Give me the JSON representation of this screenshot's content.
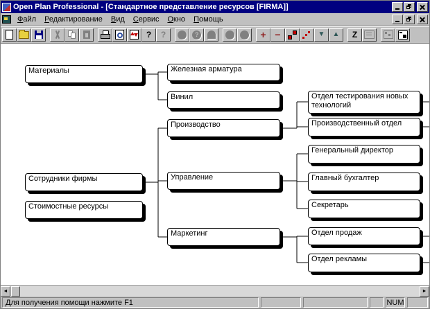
{
  "window": {
    "title": "Open Plan Professional - [Стандартное представление ресурсов [FIRMA]]"
  },
  "menu": {
    "items": [
      "Файл",
      "Редактирование",
      "Вид",
      "Сервис",
      "Окно",
      "Помощь"
    ]
  },
  "toolbar": {
    "buttons": [
      {
        "name": "new-document",
        "enabled": true
      },
      {
        "name": "open-file",
        "enabled": true
      },
      {
        "name": "save",
        "enabled": true
      },
      {
        "name": "cut",
        "enabled": false
      },
      {
        "name": "copy",
        "enabled": false
      },
      {
        "name": "paste",
        "enabled": false
      },
      {
        "name": "print",
        "enabled": true
      },
      {
        "name": "print-preview",
        "enabled": true
      },
      {
        "name": "import-export",
        "enabled": true
      },
      {
        "name": "help",
        "enabled": true,
        "glyph": "?"
      },
      {
        "name": "context-help",
        "enabled": false,
        "glyph": "?"
      },
      {
        "name": "activity-circle",
        "enabled": false
      },
      {
        "name": "activity-circle-query",
        "enabled": false
      },
      {
        "name": "activity-arch",
        "enabled": false
      },
      {
        "name": "node-circle-1",
        "enabled": false
      },
      {
        "name": "node-circle-2",
        "enabled": false
      },
      {
        "name": "add-item",
        "enabled": true,
        "glyph": "+"
      },
      {
        "name": "remove-item",
        "enabled": true,
        "glyph": "−"
      },
      {
        "name": "link-items",
        "enabled": true
      },
      {
        "name": "steps",
        "enabled": true
      },
      {
        "name": "move-down",
        "enabled": true,
        "glyph": "▼"
      },
      {
        "name": "move-up",
        "enabled": true,
        "glyph": "▲"
      },
      {
        "name": "sort",
        "enabled": true,
        "glyph": "Z"
      },
      {
        "name": "notes",
        "enabled": false
      },
      {
        "name": "fit-window",
        "enabled": false
      },
      {
        "name": "expand-view",
        "enabled": true
      }
    ]
  },
  "diagram": {
    "nodes": [
      {
        "label": "Материалы",
        "level": 1
      },
      {
        "label": "Сотрудники фирмы",
        "level": 1
      },
      {
        "label": "Стоимостные ресурсы",
        "level": 1
      },
      {
        "label": "Железная арматура",
        "level": 2,
        "parent": "Материалы"
      },
      {
        "label": "Винил",
        "level": 2,
        "parent": "Материалы"
      },
      {
        "label": "Производство",
        "level": 2,
        "parent": "Сотрудники фирмы"
      },
      {
        "label": "Управление",
        "level": 2,
        "parent": "Сотрудники фирмы"
      },
      {
        "label": "Маркетинг",
        "level": 2,
        "parent": "Сотрудники фирмы"
      },
      {
        "label": "Отдел тестирования новых технологий",
        "level": 3,
        "parent": "Производство"
      },
      {
        "label": "Производственный отдел",
        "level": 3,
        "parent": "Производство"
      },
      {
        "label": "Генеральный директор",
        "level": 3,
        "parent": "Управление"
      },
      {
        "label": "Главный бухгалтер",
        "level": 3,
        "parent": "Управление"
      },
      {
        "label": "Секретарь",
        "level": 3,
        "parent": "Управление"
      },
      {
        "label": "Отдел продаж",
        "level": 3,
        "parent": "Маркетинг"
      },
      {
        "label": "Отдел рекламы",
        "level": 3,
        "parent": "Маркетинг"
      }
    ]
  },
  "scrollbar": {
    "left_glyph": "◄",
    "right_glyph": "►"
  },
  "statusbar": {
    "message": "Для получения помощи нажмите F1",
    "num_indicator": "NUM"
  },
  "colors": {
    "titlebar": "#000080",
    "chrome": "#c0c0c0",
    "canvas": "#ffffff",
    "box_border": "#000000"
  }
}
